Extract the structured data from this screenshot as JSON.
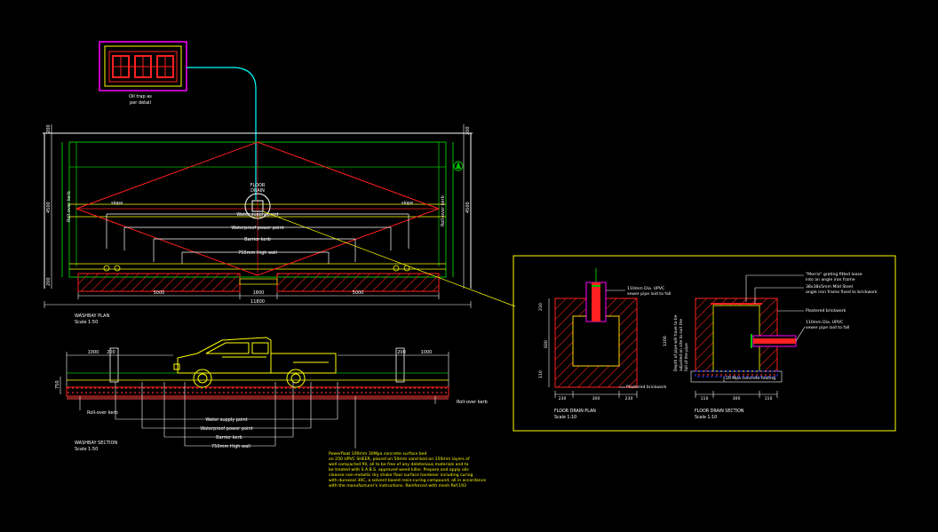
{
  "colors": {
    "background": "#000000",
    "white": "#ffffff",
    "yellow": "#ffff00",
    "red": "#ff2020",
    "green": "#00c000",
    "cyan": "#00ffff",
    "magenta": "#ff00ff",
    "blue": "#3040ff"
  },
  "grease_trap": {
    "label_line1": "Oil trap as",
    "label_line2": "per detail"
  },
  "plan": {
    "title": "WASHBAY PLAN",
    "scale": "Scale 1:50",
    "floor_drain_line1": "FLOOR",
    "floor_drain_line2": "DRAIN",
    "slope_left": "slope",
    "slope_right": "slope",
    "water_supply": "Water supply point",
    "waterproof_power": "Waterproof power point",
    "barrier_kerb": "Barrier kerb",
    "high_wall": "750mm High wall",
    "roll_over_left": "Roll-over kerb",
    "roll_over_right": "Roll-over kerb",
    "dim_left": "5000",
    "dim_mid": "1800",
    "dim_right": "5000",
    "dim_total": "11800",
    "dim_v1": "4500",
    "dim_v2": "200",
    "dim_v3": "200",
    "dim_r1": "4500",
    "dim_r2": "200"
  },
  "section": {
    "title": "WASHBAY SECTION",
    "scale": "Scale 1:50",
    "roll_over_left": "Roll-over kerb",
    "roll_over_right": "Roll-over kerb",
    "water_supply": "Water supply point",
    "waterproof_power": "Waterproof power point",
    "barrier_kerb": "Barrier kerb",
    "high_wall": "750mm High wall",
    "dim_a": "1000",
    "dim_b": "200",
    "dim_c": "200",
    "dim_d": "1000",
    "dim_e": "750",
    "spec_lines": [
      "Powerfloat 100mm 30Mpa concrete surface bed",
      "on 250 UPVC SHEER, placed on 50mm sand bed on 150mm layers of",
      "well compacted fill, all to be free of any deleterious materials and to",
      "be treated with S.A.B.S. approved weed killer. Prepare and apply oils",
      "cleanse non-metallic dry shake floor surface hardener including curing",
      "with duroseal 30C, a solvent based resin-curing compound, all in accordance",
      "with the manufacturer's instructions. Reinforced with mesh Ref.193"
    ]
  },
  "detail": {
    "pipe_label_line1": "110mm Dia. UPVC",
    "pipe_label_line2": "sewer pipe laid to fall",
    "plastered": "Plastered brickwork",
    "grating_line1": "\"Morris\" grating fitted loose",
    "grating_line2": "into an angle iron frame",
    "steel_line1": "38x38x5mm Mild Steel",
    "steel_line2": "angle iron frame fixed to brickwork",
    "plastered_right": "Plastered brickwork",
    "pipe_right_line1": "110mm Dia. UPVC",
    "pipe_right_line2": "sewer pipe laid to fall",
    "concrete_footing": "20 Mpa concrete footing",
    "depth_note_line1": "Depth of pipe will have to be",
    "depth_note_line2": "adjusted on site to suit the",
    "depth_note_line3": "fall of the pipe",
    "plan_title": "FLOOR DRAIN PLAN",
    "plan_scale": "Scale 1:10",
    "section_title": "FLOOR DRAIN SECTION",
    "section_scale": "Scale 1:10",
    "dim_600": "600",
    "dim_230a": "230",
    "dim_300a": "300",
    "dim_230b": "230",
    "dim_110a": "110",
    "dim_300b": "300",
    "dim_110b": "110",
    "dim_v_230": "230",
    "dim_v_110": "110",
    "dim_v_1200": "1200"
  }
}
